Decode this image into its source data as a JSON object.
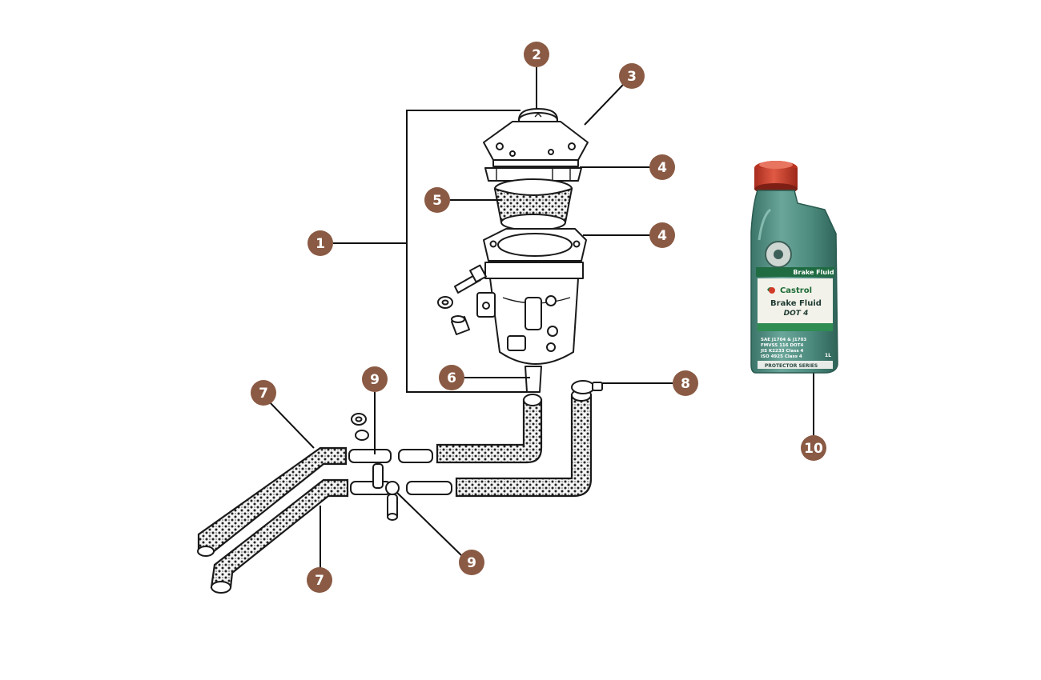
{
  "callouts": [
    {
      "id": "1",
      "label": "1"
    },
    {
      "id": "2",
      "label": "2"
    },
    {
      "id": "3",
      "label": "3"
    },
    {
      "id": "4a",
      "label": "4"
    },
    {
      "id": "4b",
      "label": "4"
    },
    {
      "id": "5",
      "label": "5"
    },
    {
      "id": "6",
      "label": "6"
    },
    {
      "id": "7a",
      "label": "7"
    },
    {
      "id": "7b",
      "label": "7"
    },
    {
      "id": "8",
      "label": "8"
    },
    {
      "id": "9a",
      "label": "9"
    },
    {
      "id": "9b",
      "label": "9"
    },
    {
      "id": "10",
      "label": "10"
    }
  ],
  "bottle": {
    "brand": "Castrol",
    "band_text": "Brake Fluid",
    "product_name": "Brake Fluid",
    "product_grade": "DOT 4",
    "spec_line_1": "SAE J1704 & J1703",
    "spec_line_2": "FMVSS 116 DOT4",
    "spec_line_3": "JIS K2233 Class 4",
    "spec_line_4": "ISO 4925 Class 4",
    "series": "PROTECTOR SERIES",
    "volume": "1L"
  },
  "colors": {
    "callout_fill": "#8a5a44",
    "bottle_green": "#4f8d80",
    "cap_red": "#d7432f"
  }
}
